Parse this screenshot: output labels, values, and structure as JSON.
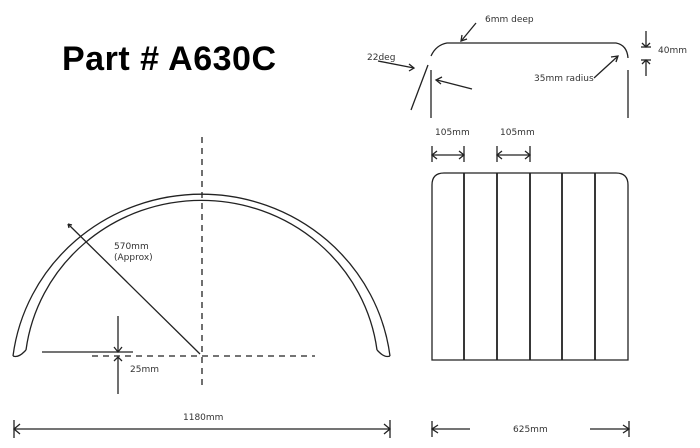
{
  "title": "Part # A630C",
  "labels": {
    "depth": "6mm deep",
    "angle": "22deg",
    "radius_corner": "35mm radius",
    "height": "40mm",
    "radius_main": "570mm",
    "radius_main_note": "(Approx)",
    "offset": "25mm",
    "width_total": "1180mm",
    "rib_spacing_1": "105mm",
    "rib_spacing_2": "105mm",
    "width_depth": "625mm"
  },
  "colors": {
    "line": "#222222",
    "text": "#333333",
    "background": "#ffffff"
  }
}
